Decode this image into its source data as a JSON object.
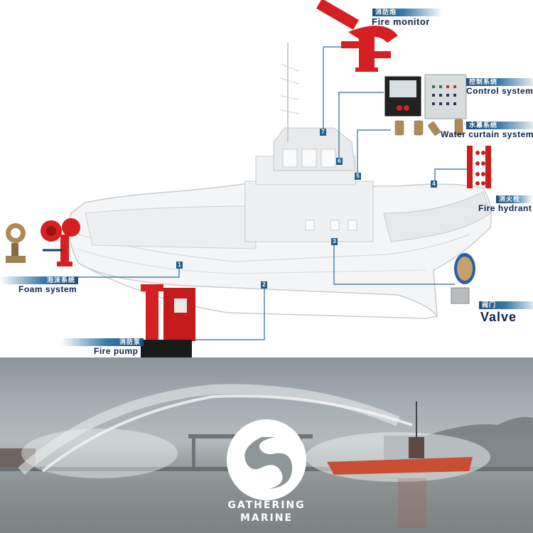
{
  "diagram": {
    "components": [
      {
        "id": 1,
        "cn": "泡沫系统",
        "en": "Foam system"
      },
      {
        "id": 2,
        "cn": "消防泵",
        "en": "Fire pump"
      },
      {
        "id": 3,
        "cn": "阀门",
        "en": "Valve"
      },
      {
        "id": 4,
        "cn": "消火栓",
        "en": "Fire hydrant"
      },
      {
        "id": 5,
        "cn": "水幕系统",
        "en": "Water curtain system"
      },
      {
        "id": 6,
        "cn": "控制系统",
        "en": "Control system"
      },
      {
        "id": 7,
        "cn": "消防炮",
        "en": "Fire monitor"
      }
    ],
    "markers": [
      "1",
      "2",
      "3",
      "4",
      "5",
      "6",
      "7"
    ],
    "colors": {
      "accent": "#1f5e8c",
      "equipment_red": "#d42020",
      "label_text": "#10224a",
      "ship_outline": "#c8ccd0"
    }
  },
  "photo": {
    "logo": {
      "line1": "GATHERING",
      "line2": "MARINE"
    },
    "colors": {
      "sky": "#a9b0b6",
      "water": "#8a8f90",
      "tug_hull": "#d8502e"
    }
  }
}
